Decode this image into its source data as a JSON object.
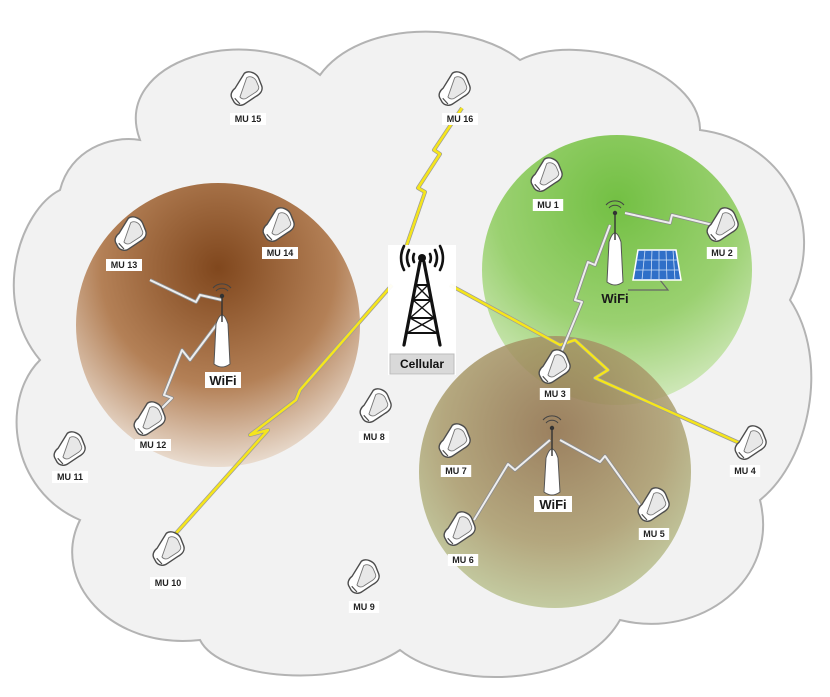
{
  "cellular": {
    "label": "Cellular",
    "icon": "cell-tower-icon"
  },
  "wifi_labels": [
    "WiFi",
    "WiFi",
    "WiFi"
  ],
  "colors": {
    "cloud_fill": "#f2f2f2",
    "cloud_stroke": "#b5b5b5",
    "brown_cell": "#8a4a1c",
    "green_cell": "#7fc649",
    "olive_cell": "#8f6f48",
    "cellular_link": "#f5e51c",
    "wifi_link": "#d9d9d9"
  },
  "mobile_users": [
    {
      "id": "mu1",
      "label": "MU 1"
    },
    {
      "id": "mu2",
      "label": "MU 2"
    },
    {
      "id": "mu3",
      "label": "MU 3"
    },
    {
      "id": "mu4",
      "label": "MU 4"
    },
    {
      "id": "mu5",
      "label": "MU 5"
    },
    {
      "id": "mu6",
      "label": "MU 6"
    },
    {
      "id": "mu7",
      "label": "MU 7"
    },
    {
      "id": "mu8",
      "label": "MU 8"
    },
    {
      "id": "mu9",
      "label": "MU 9"
    },
    {
      "id": "mu10",
      "label": "MU 10"
    },
    {
      "id": "mu11",
      "label": "MU 11"
    },
    {
      "id": "mu12",
      "label": "MU 12"
    },
    {
      "id": "mu13",
      "label": "MU 13"
    },
    {
      "id": "mu14",
      "label": "MU 14"
    },
    {
      "id": "mu15",
      "label": "MU 15"
    },
    {
      "id": "mu16",
      "label": "MU 16"
    }
  ]
}
